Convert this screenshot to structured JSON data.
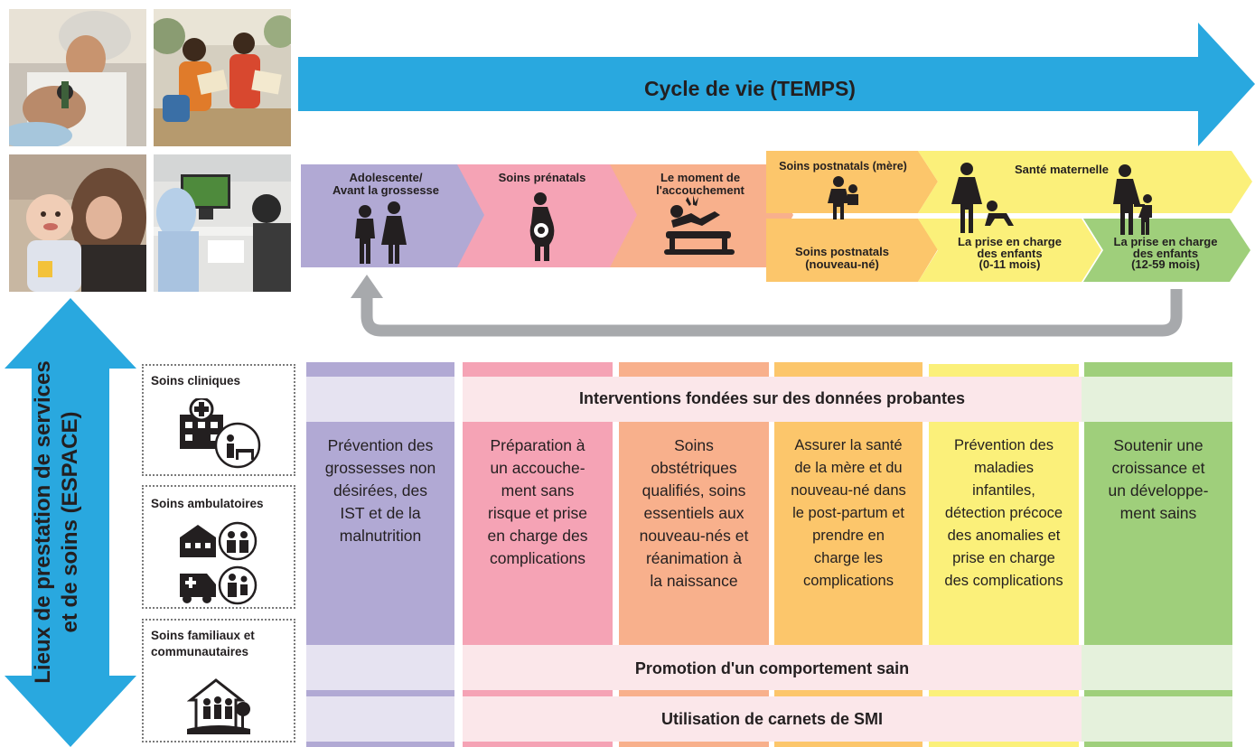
{
  "header": {
    "title": "Cycle de vie (TEMPS)"
  },
  "vertical_axis": {
    "line1": "Lieux de prestation de services",
    "line2": "et de soins (ESPACE)"
  },
  "stages": {
    "adolescente": "Adolescente/\nAvant la grossesse",
    "prenatal": "Soins prénatals",
    "accouchement": "Le moment de\nl'accouchement",
    "postnatal_mere": "Soins postnatals (mère)",
    "postnatal_nouveau_ne": "Soins postnatals\n(nouveau-né)",
    "sante_maternelle": "Santé maternelle",
    "enfants_0_11": "La prise en charge\ndes enfants\n(0-11 mois)",
    "enfants_12_59": "La prise en charge\ndes enfants\n(12-59 mois)"
  },
  "places": [
    {
      "label": "Soins cliniques"
    },
    {
      "label": "Soins ambulatoires"
    },
    {
      "label": "Soins familiaux et\ncommunautaires"
    }
  ],
  "bands": {
    "interventions": "Interventions fondées sur des données probantes",
    "promotion": "Promotion d'un comportement sain",
    "carnets": "Utilisation de carnets de SMI"
  },
  "columns": [
    {
      "text": "Prévention des\ngrossesses non\ndésirées, des\nIST et de la\nmalnutrition",
      "color": "#b1a9d4"
    },
    {
      "text": "Préparation à\nun accouche-\nment sans\nrisque et prise\nen charge des\ncomplications",
      "color": "#f5a3b5"
    },
    {
      "text": "Soins\nobstétriques\nqualifiés, soins\nessentiels aux\nnouveau-nés et\nréanimation à\nla naissance",
      "color": "#f8b08c"
    },
    {
      "text": "Assurer la santé\nde la mère et du\nnouveau-né dans\nle post-partum et\nprendre en\ncharge les\ncomplications",
      "color": "#fcc66b"
    },
    {
      "text": "Prévention des\nmaladies\ninfantiles,\ndétection précoce\ndes anomalies et\nprise en charge\ndes complications",
      "color": "#fbf07a"
    },
    {
      "text": "Soutenir une\ncroissance et\nun développe-\nment sains",
      "color": "#9fcf7b"
    }
  ],
  "colors": {
    "blue_arrow": "#29a8df",
    "return_arrow": "#a7a9ac",
    "purple": "#b1a9d4",
    "pink": "#f5a3b5",
    "salmon": "#f8b08c",
    "orange": "#fcc66b",
    "yellow": "#fbf07a",
    "green": "#9fcf7b"
  },
  "icons": [
    "photo-doctor-exam",
    "photo-women-reading",
    "photo-mother-baby",
    "photo-health-worker",
    "hospital-icon",
    "clinic-icon",
    "ambulance-icon",
    "community-icon",
    "silhouette-icon"
  ]
}
